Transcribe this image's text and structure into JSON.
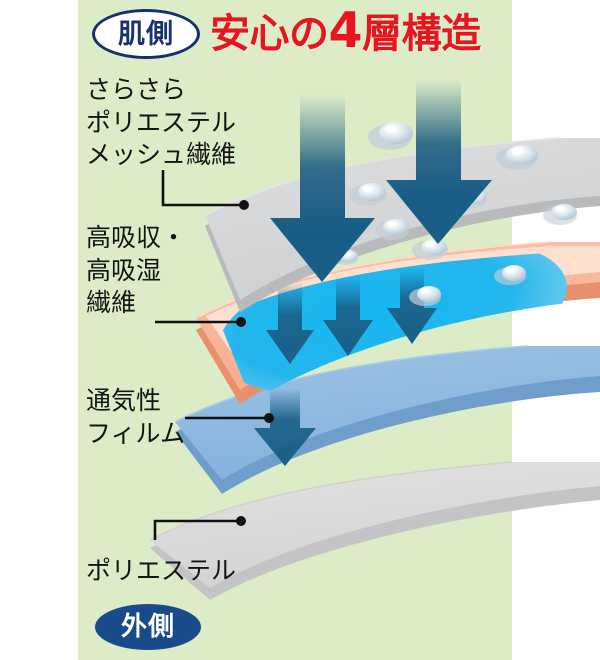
{
  "diagram": {
    "title_prefix": "安心の",
    "title_number": "4",
    "title_suffix": "層構造",
    "title_full": "安心の4層構造",
    "background_color": "#dcecc6",
    "title_color": "#e8141e",
    "badge_navy": "#194a8a",
    "arrow_color": "#17587e",
    "wet_color": "#22b4ec"
  },
  "badges": {
    "top": {
      "label": "肌側",
      "style": "outlined",
      "text_color": "#18326f",
      "fill_color": "#ffffff"
    },
    "bottom": {
      "label": "外側",
      "style": "filled",
      "text_color": "#ffffff",
      "fill_color": "#194a8a"
    }
  },
  "labels": [
    {
      "id": "mesh",
      "lines": [
        "さらさら",
        "ポリエステル",
        "メッシュ繊維"
      ],
      "leader": "elbow",
      "layer": 1
    },
    {
      "id": "absorb",
      "lines": [
        "高吸収・",
        "高吸湿",
        "繊維"
      ],
      "leader": "straight",
      "layer": 2
    },
    {
      "id": "film",
      "lines": [
        "通気性",
        "フィルム"
      ],
      "leader": "straight",
      "layer": 3
    },
    {
      "id": "poly",
      "lines": [
        "ポリエステル"
      ],
      "leader": "elbow",
      "layer": 4
    }
  ],
  "layers": [
    {
      "index": 1,
      "name": "さらさらポリエステルメッシュ繊維",
      "color": "#d5d6d8",
      "edge_color": "#bfc1c3",
      "feature": "water-droplets",
      "droplet_count": 10
    },
    {
      "index": 2,
      "name": "高吸収・高吸湿繊維",
      "color": "#f8b99b",
      "edge_color": "#fbddcc",
      "feature": "wet-absorption-zone",
      "wet_color": "#22b4ec"
    },
    {
      "index": 3,
      "name": "通気性フィルム",
      "color": "#8fb9e0",
      "edge_color": "#6f9ecb",
      "feature": "breathable-film"
    },
    {
      "index": 4,
      "name": "ポリエステル",
      "color": "#dcdcdd",
      "edge_color": "#c6c6c8",
      "feature": "outer-shell"
    }
  ],
  "arrows": {
    "top_layer_count": 2,
    "mid_layer_count": 3,
    "bottom_layer_count": 1,
    "direction": "down",
    "color": "#17587e"
  }
}
